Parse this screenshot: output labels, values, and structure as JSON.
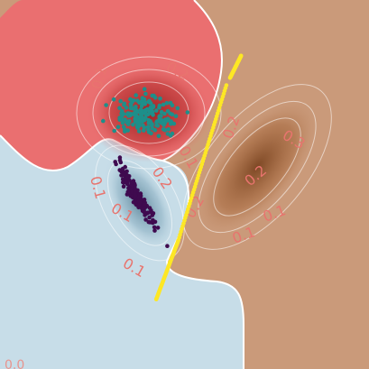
{
  "chart_data": {
    "type": "scatter",
    "background_regions": [
      {
        "name": "red-region",
        "color": "#ea6f70"
      },
      {
        "name": "brown-region",
        "color": "#ca9a7a"
      },
      {
        "name": "blue-region",
        "color": "#c7dde8"
      }
    ],
    "contour_labels": {
      "red": [
        "0.1",
        "0.2",
        "0.1"
      ],
      "brown": [
        "0.2",
        "0.3",
        "0.2",
        "0.2",
        "0.1",
        "0.1",
        "0.1"
      ],
      "blue": [
        "0.1",
        "0.2",
        "0.1"
      ]
    },
    "corner_label": "0.0",
    "series_colors": {
      "teal": "#1e8f8a",
      "purple": "#3f0a4f",
      "yellow": "#fde725"
    },
    "yellow_segments": [
      {
        "x": [
          0.13,
          0.19
        ],
        "y": [
          0.14,
          0.3
        ]
      },
      {
        "x": [
          0.19,
          0.32
        ],
        "y": [
          0.3,
          0.72
        ]
      },
      {
        "x": [
          0.33,
          0.36
        ],
        "y": [
          0.74,
          0.8
        ]
      }
    ]
  }
}
